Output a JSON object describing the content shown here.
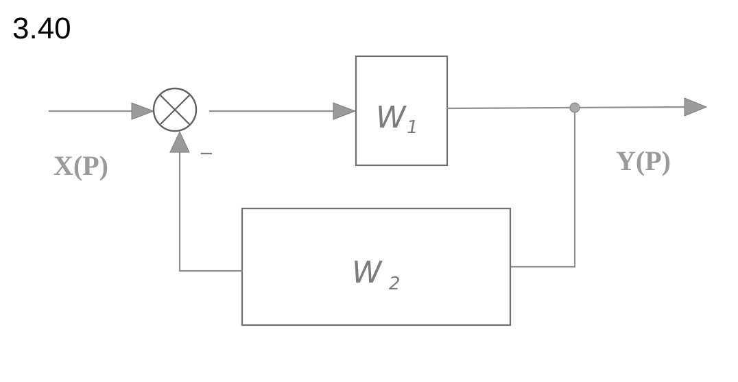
{
  "problem": {
    "number": "3.40"
  },
  "signals": {
    "input": "X(P)",
    "output": "Y(P)",
    "feedback_sign": "−"
  },
  "blocks": {
    "forward": {
      "letter": "W",
      "subscript": "1"
    },
    "feedback": {
      "letter": "W",
      "subscript": "2"
    }
  },
  "colors": {
    "ink": "#000000",
    "diagram_gray": "#8f8f8f",
    "background": "#ffffff"
  }
}
